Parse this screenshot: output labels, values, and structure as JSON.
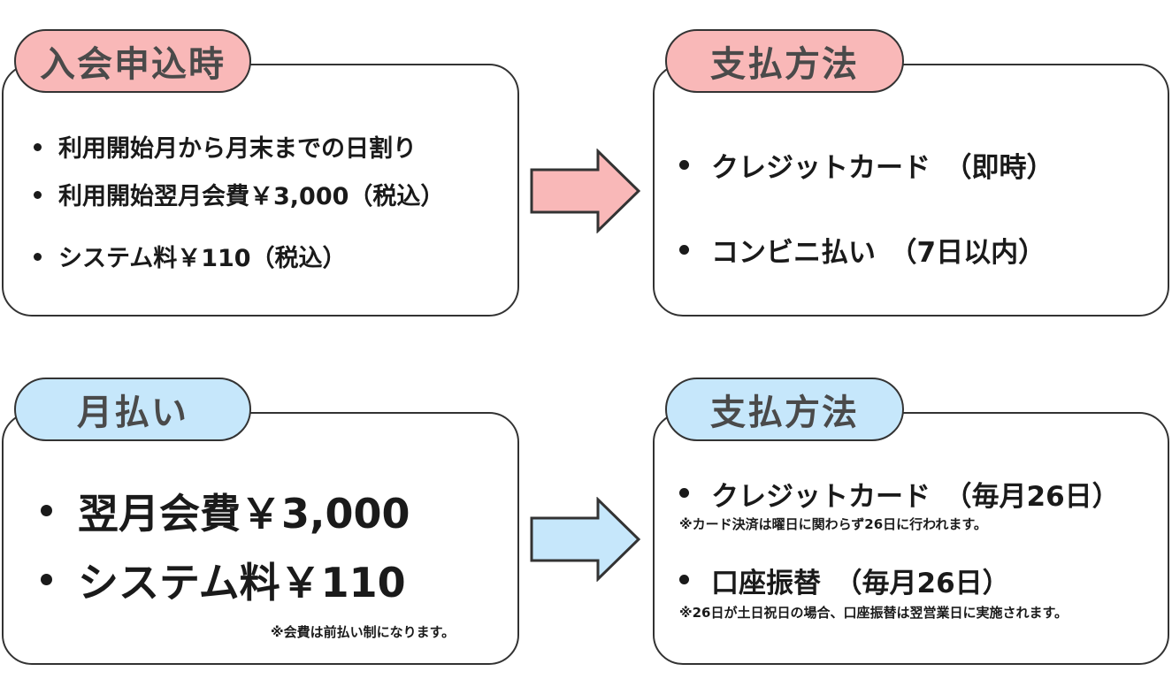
{
  "signup": {
    "title": "入会申込時",
    "items": [
      "利用開始月から月末までの日割り",
      "利用開始翌月会費￥3,000（税込）",
      "システム料￥110（税込）"
    ]
  },
  "signup_payment": {
    "title": "支払方法",
    "items": [
      "クレジットカード　（即時）",
      "コンビニ払い　（7日以内）"
    ]
  },
  "monthly": {
    "title": "月払い",
    "items": [
      "翌月会費￥3,000",
      "システム料￥110"
    ],
    "note": "※会費は前払い制になります。"
  },
  "monthly_payment": {
    "title": "支払方法",
    "items": [
      {
        "label": "クレジットカード　（毎月26日）",
        "note": "※カード決済は曜日に関わらず26日に行われます。"
      },
      {
        "label": "口座振替　（毎月26日）",
        "note": "※26日が土日祝日の場合、口座振替は翌営業日に実施されます。"
      }
    ]
  },
  "colors": {
    "pink": "#f9b8b8",
    "blue": "#c6e7fb",
    "border": "#333333"
  }
}
